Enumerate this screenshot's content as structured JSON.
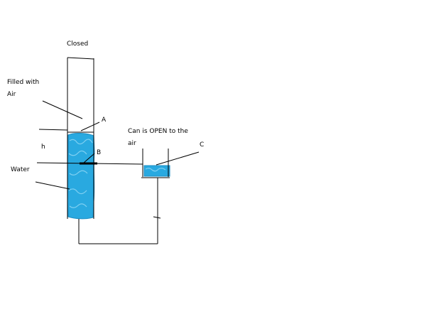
{
  "labels": {
    "closed": "Closed",
    "filled_with_line1": "Filled with",
    "filled_with_line2": "Air",
    "point_a": "A",
    "height": "h",
    "point_b": "B",
    "water": "Water",
    "can_line1": "Can is OPEN to the",
    "can_line2": "air",
    "point_c": "C"
  },
  "colors": {
    "water": "#29a9e0",
    "line": "#000000",
    "background": "#ffffff"
  }
}
